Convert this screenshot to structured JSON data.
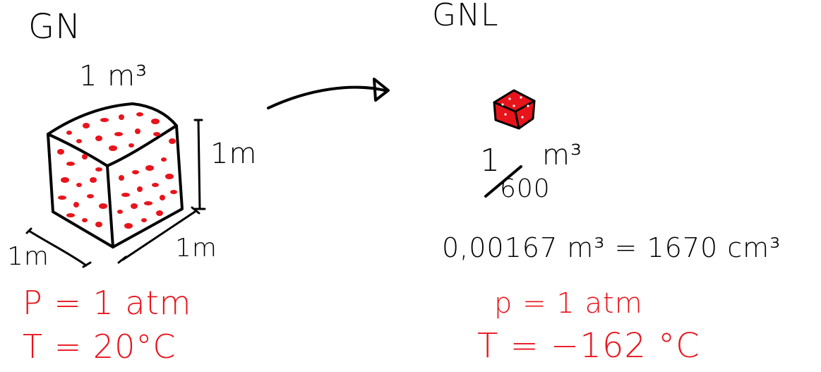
{
  "left": {
    "title": "GN",
    "volume_label": "1 m³",
    "height_label": "1m",
    "depth_label": "1m",
    "width_label": "1m",
    "pressure": "P = 1 atm",
    "temperature": "T = 20°C"
  },
  "right": {
    "title": "GNL",
    "fraction_numerator": "1",
    "fraction_denominator": "600",
    "fraction_unit": "m³",
    "conversion": "0,00167 m³ = 1670 cm³",
    "pressure": "p = 1 atm",
    "temperature": "T = −162 °C"
  },
  "colors": {
    "ink": "#000000",
    "accent": "#e8141c"
  }
}
